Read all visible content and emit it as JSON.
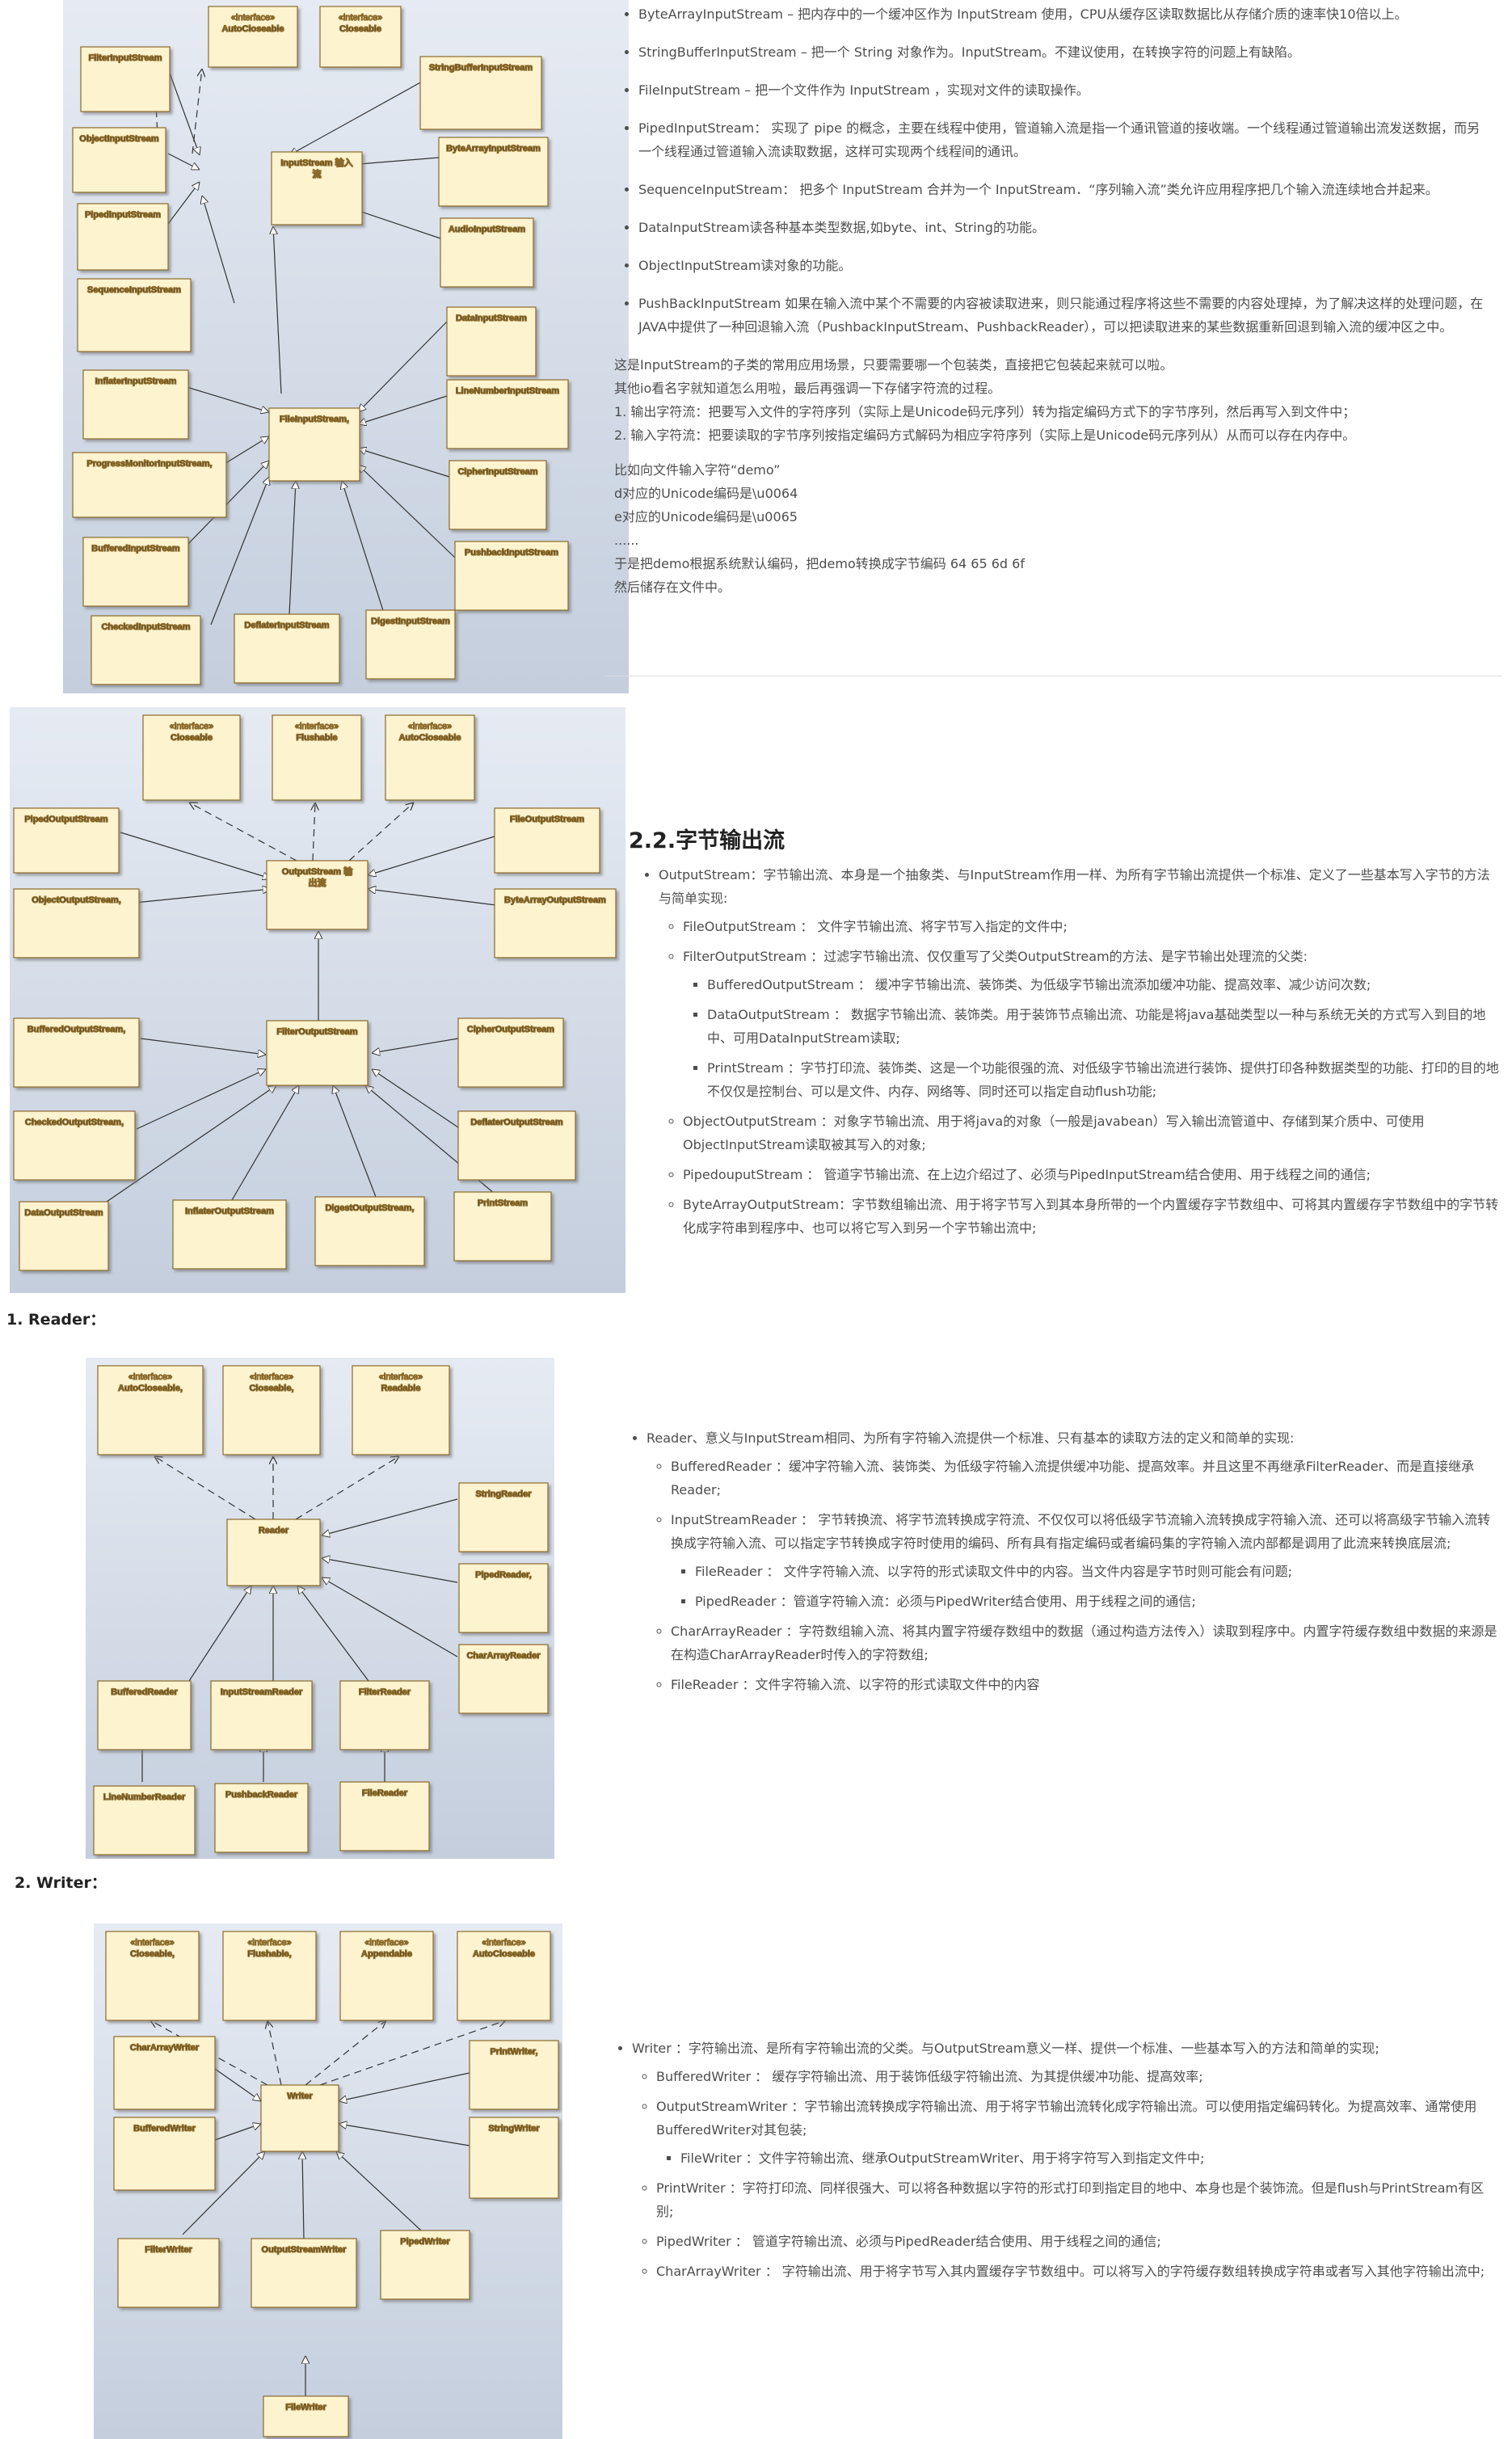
{
  "diagrams": {
    "input_stream": {
      "interfaces": [
        "AutoCloseable",
        "Closeable"
      ],
      "center": [
        "InputStream 输入",
        "流"
      ],
      "file_node": "FileInputStream,",
      "left": [
        "FilterInputStream",
        "ObjectInputStream",
        "PipedInputStream",
        "SequenceInputStream"
      ],
      "right": [
        "StringBufferInputStream",
        "ByteArrayInputStream",
        "AudioInputStream"
      ],
      "filter_left": [
        "InflaterInputStream",
        "ProgressMonitorInputStream,",
        "BufferedInputStream"
      ],
      "filter_right": [
        "DataInputStream",
        "LineNumberInputStream",
        "CipherInputStream",
        "PushbackInputStream"
      ],
      "filter_bottom": [
        "CheckedInputStream",
        "DeflaterInputStream",
        "DigestInputStream"
      ]
    },
    "output_stream": {
      "interfaces": [
        "Closeable",
        "Flushable",
        "AutoCloseable"
      ],
      "center": [
        "OutputStream 输",
        "出流"
      ],
      "filter_node": "FilterOutputStream",
      "left": [
        "PipedOutputStream",
        "ObjectOutputStream,"
      ],
      "right": [
        "FileOutputStream",
        "ByteArrayOutputStream"
      ],
      "filter_left": [
        "BufferedOutputStream,",
        "CheckedOutputStream,"
      ],
      "filter_right": [
        "CipherOutputStream",
        "DeflaterOutputStream"
      ],
      "filter_bottom": [
        "DataOutputStream",
        "InflaterOutputStream",
        "DigestOutputStream,",
        "PrintStream"
      ]
    },
    "reader": {
      "interfaces": [
        "AutoCloseable,",
        "Closeable,",
        "Readable"
      ],
      "center": "Reader",
      "right": [
        "StringReader",
        "PipedReader,",
        "CharArrayReader"
      ],
      "bottom": [
        "BufferedReader",
        "InputStreamReader",
        "FilterReader"
      ],
      "sub": [
        "LineNumberReader",
        "PushbackReader",
        "FileReader"
      ]
    },
    "writer": {
      "interfaces": [
        "Closeable,",
        "Flushable,",
        "Appendable",
        "AutoCloseable"
      ],
      "center": "Writer",
      "left": [
        "CharArrayWriter",
        "BufferedWriter"
      ],
      "right": [
        "PrintWriter,",
        "StringWriter"
      ],
      "bottom": [
        "FilterWriter",
        "OutputStreamWriter",
        "PipedWriter"
      ],
      "sub": "FileWriter"
    },
    "stereotype": "«interface»"
  },
  "input_text": {
    "items": [
      "ByteArrayInputStream – 把内存中的一个缓冲区作为 InputStream 使用，CPU从缓存区读取数据比从存储介质的速率快10倍以上。",
      "StringBufferInputStream – 把一个 String 对象作为。InputStream。不建议使用，在转换字符的问题上有缺陷。",
      "FileInputStream – 把一个文件作为 InputStream ，实现对文件的读取操作。",
      "PipedInputStream： 实现了 pipe 的概念，主要在线程中使用，管道输入流是指一个通讯管道的接收端。一个线程通过管道输出流发送数据，而另一个线程通过管道输入流读取数据，这样可实现两个线程间的通讯。",
      "SequenceInputStream： 把多个 InputStream 合并为一个 InputStream．“序列输入流”类允许应用程序把几个输入流连续地合并起来。",
      "DataInputStream读各种基本类型数据,如byte、int、String的功能。",
      "ObjectInputStream读对象的功能。",
      "PushBackInputStream 如果在输入流中某个不需要的内容被读取进来，则只能通过程序将这些不需要的内容处理掉，为了解决这样的处理问题，在JAVA中提供了一种回退输入流（PushbackInputStream、PushbackReader），可以把读取进来的某些数据重新回退到输入流的缓冲区之中。"
    ],
    "para1": [
      "这是InputStream的子类的常用应用场景，只要需要哪一个包装类，直接把它包装起来就可以啦。",
      "其他io看名字就知道怎么用啦，最后再强调一下存储字符流的过程。",
      "1. 输出字符流：把要写入文件的字符序列（实际上是Unicode码元序列）转为指定编码方式下的字节序列，然后再写入到文件中；",
      "2. 输入字符流：把要读取的字节序列按指定编码方式解码为相应字符序列（实际上是Unicode码元序列从）从而可以存在内存中。"
    ],
    "para2": [
      "比如向文件输入字符“demo”",
      "d对应的Unicode编码是\\u0064",
      "e对应的Unicode编码是\\u0065",
      "......",
      "于是把demo根据系统默认编码，把demo转换成字节编码 64 65 6d 6f",
      "然后储存在文件中。"
    ]
  },
  "output_text": {
    "heading": "2.2.字节输出流",
    "root": "OutputStream：字节输出流、本身是一个抽象类、与InputStream作用一样、为所有字节输出流提供一个标准、定义了一些基本写入字节的方法与简单实现:",
    "file": "FileOutputStream ： 文件字节输出流、将字节写入指定的文件中;",
    "filter": "FilterOutputStream ：过滤字节输出流、仅仅重写了父类OutputStream的方法、是字节输出处理流的父类:",
    "buffered": "BufferedOutputStream ： 缓冲字节输出流、装饰类、为低级字节输出流添加缓冲功能、提高效率、减少访问次数;",
    "data": "DataOutputStream ： 数据字节输出流、装饰类。用于装饰节点输出流、功能是将java基础类型以一种与系统无关的方式写入到目的地中、可用DataInputStream读取;",
    "print": "PrintStream ：字节打印流、装饰类、这是一个功能很强的流、对低级字节输出流进行装饰、提供打印各种数据类型的功能、打印的目的地不仅仅是控制台、可以是文件、内存、网络等、同时还可以指定自动flush功能;",
    "object": "ObjectOutputStream ：对象字节输出流、用于将java的对象（一般是javabean）写入输出流管道中、存储到某介质中、可使用ObjectInputStream读取被其写入的对象;",
    "piped": "PipedouputStream ： 管道字节输出流、在上边介绍过了、必须与PipedInputStream结合使用、用于线程之间的通信;",
    "bytearray": "ByteArrayOutputStream：字节数组输出流、用于将字节写入到其本身所带的一个内置缓存字节数组中、可将其内置缓存字节数组中的字节转化成字符串到程序中、也可以将它写入到另一个字节输出流中;"
  },
  "reader_text": {
    "label": "1. Reader：",
    "root": "Reader、意义与InputStream相同、为所有字符输入流提供一个标准、只有基本的读取方法的定义和简单的实现:",
    "buffered": "BufferedReader ：缓冲字符输入流、装饰类、为低级字符输入流提供缓冲功能、提高效率。并且这里不再继承FilterReader、而是直接继承Reader;",
    "isr": "InputStreamReader ： 字节转换流、将字节流转换成字符流、不仅仅可以将低级字节流输入流转换成字符输入流、还可以将高级字节输入流转换成字符输入流、可以指定字节转换成字符时使用的编码、所有具有指定编码或者编码集的字符输入流内部都是调用了此流来转换底层流;",
    "file": "FileReader ： 文件字符输入流、以字符的形式读取文件中的内容。当文件内容是字节时则可能会有问题;",
    "piped": "PipedReader ：管道字符输入流：必须与PipedWriter结合使用、用于线程之间的通信;",
    "chararray": "CharArrayReader ：字符数组输入流、将其内置字符缓存数组中的数据（通过构造方法传入）读取到程序中。内置字符缓存数组中数据的来源是在构造CharArrayReader时传入的字符数组;",
    "file2": "FileReader ：文件字符输入流、以字符的形式读取文件中的内容"
  },
  "writer_text": {
    "label": "2. Writer：",
    "root": "Writer ：字符输出流、是所有字符输出流的父类。与OutputStream意义一样、提供一个标准、一些基本写入的方法和简单的实现;",
    "buffered": "BufferedWriter ： 缓存字符输出流、用于装饰低级字符输出流、为其提供缓冲功能、提高效率;",
    "osw": "OutputStreamWriter ：字节输出流转换成字符输出流、用于将字节输出流转化成字符输出流。可以使用指定编码转化。为提高效率、通常使用BufferedWriter对其包装;",
    "file": "FileWriter ：文件字符输出流、继承OutputStreamWriter、用于将字符写入到指定文件中;",
    "print": "PrintWriter ：字符打印流、同样很强大、可以将各种数据以字符的形式打印到指定目的地中、本身也是个装饰流。但是flush与PrintStream有区别;",
    "piped": "PipedWriter ： 管道字符输出流、必须与PipedReader结合使用、用于线程之间的通信;",
    "chararray": "CharArrayWriter ： 字符输出流、用于将字节写入其内置缓存字节数组中。可以将写入的字符缓存数组转换成字符串或者写入其他字符输出流中;"
  }
}
